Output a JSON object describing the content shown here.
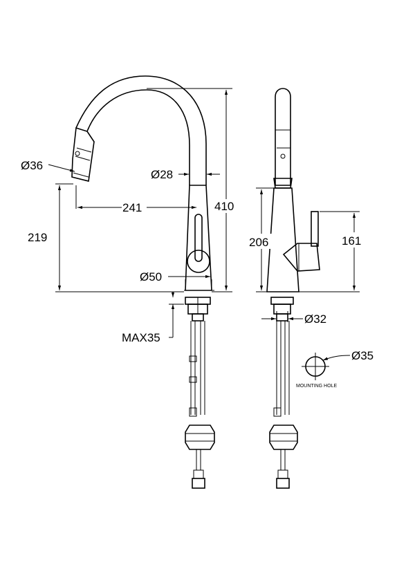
{
  "dimensions": {
    "spout_diameter": "Ø36",
    "spout_tube_diameter": "Ø28",
    "reach": "241",
    "total_height": "410",
    "spout_height": "219",
    "base_diameter": "Ø50",
    "max_deck_thickness": "MAX35",
    "side_height": "206",
    "handle_height": "161",
    "shank_diameter": "Ø32",
    "hole_diameter": "Ø35"
  },
  "mounting_hole_label": "MOUNTING HOLE",
  "colors": {
    "line": "#000000",
    "background": "#ffffff"
  }
}
